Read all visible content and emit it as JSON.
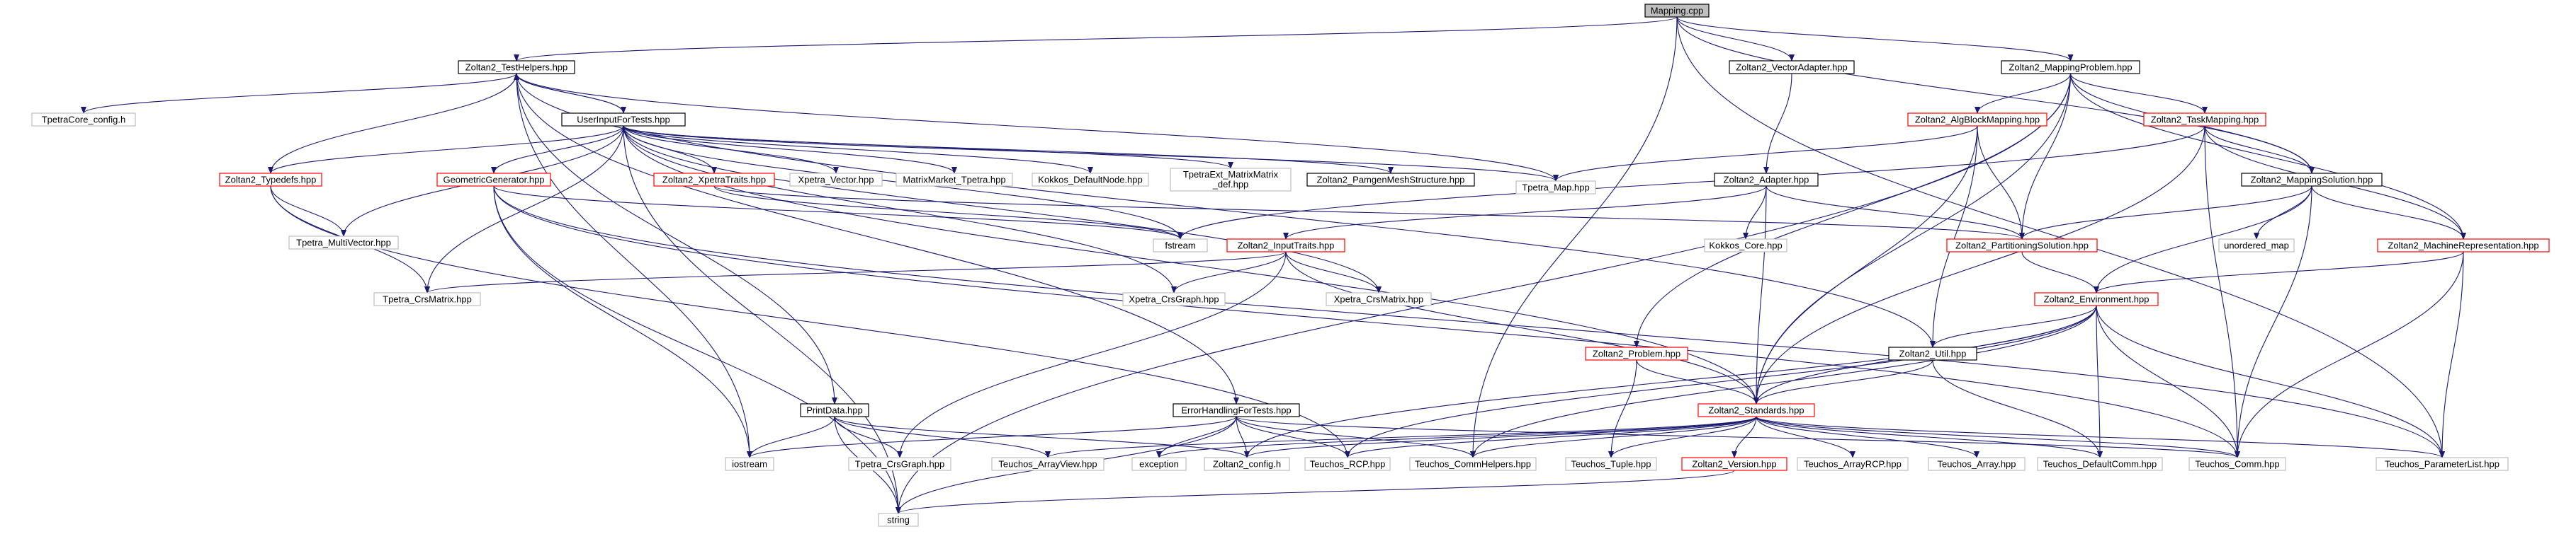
{
  "colors": {
    "edge": "#191970",
    "focus_fill": "#bfbfbf",
    "border_documented": "#000000",
    "border_truncated": "#ff0000",
    "border_external": "#bfbfbf"
  },
  "nodes": [
    {
      "id": "mapping_cpp",
      "label": "Mapping.cpp",
      "kind": "focus"
    },
    {
      "id": "test_helpers",
      "label": "Zoltan2_TestHelpers.hpp",
      "kind": "documented"
    },
    {
      "id": "vector_adapter",
      "label": "Zoltan2_VectorAdapter.hpp",
      "kind": "documented"
    },
    {
      "id": "mapping_problem",
      "label": "Zoltan2_MappingProblem.hpp",
      "kind": "documented"
    },
    {
      "id": "tpetracore_config",
      "label": "TpetraCore_config.h",
      "kind": "external"
    },
    {
      "id": "user_input",
      "label": "UserInputForTests.hpp",
      "kind": "documented"
    },
    {
      "id": "typedefs",
      "label": "Zoltan2_Typedefs.hpp",
      "kind": "truncated"
    },
    {
      "id": "geometric_gen",
      "label": "GeometricGenerator.hpp",
      "kind": "truncated"
    },
    {
      "id": "xpetra_traits",
      "label": "Zoltan2_XpetraTraits.hpp",
      "kind": "truncated"
    },
    {
      "id": "xpetra_vector",
      "label": "Xpetra_Vector.hpp",
      "kind": "external"
    },
    {
      "id": "matrixmarket",
      "label": "MatrixMarket_Tpetra.hpp",
      "kind": "external"
    },
    {
      "id": "kokkos_default",
      "label": "Kokkos_DefaultNode.hpp",
      "kind": "external"
    },
    {
      "id": "tpetraext_l1",
      "label": "TpetraExt_MatrixMatrix",
      "kind": "external"
    },
    {
      "id": "tpetraext_l2",
      "label": "_def.hpp",
      "kind": "external"
    },
    {
      "id": "pamgen",
      "label": "Zoltan2_PamgenMeshStructure.hpp",
      "kind": "documented"
    },
    {
      "id": "tpetra_map",
      "label": "Tpetra_Map.hpp",
      "kind": "external"
    },
    {
      "id": "alg_block",
      "label": "Zoltan2_AlgBlockMapping.hpp",
      "kind": "truncated"
    },
    {
      "id": "task_mapping",
      "label": "Zoltan2_TaskMapping.hpp",
      "kind": "truncated"
    },
    {
      "id": "adapter",
      "label": "Zoltan2_Adapter.hpp",
      "kind": "documented"
    },
    {
      "id": "mapping_solution",
      "label": "Zoltan2_MappingSolution.hpp",
      "kind": "documented"
    },
    {
      "id": "tpetra_multivector",
      "label": "Tpetra_MultiVector.hpp",
      "kind": "external"
    },
    {
      "id": "istream",
      "label": "fstream",
      "kind": "external"
    },
    {
      "id": "input_traits",
      "label": "Zoltan2_InputTraits.hpp",
      "kind": "truncated"
    },
    {
      "id": "kokkos_core",
      "label": "Kokkos_Core.hpp",
      "kind": "external"
    },
    {
      "id": "partitioning_solution",
      "label": "Zoltan2_PartitioningSolution.hpp",
      "kind": "truncated"
    },
    {
      "id": "unordered_map",
      "label": "unordered_map",
      "kind": "external"
    },
    {
      "id": "machine_rep",
      "label": "Zoltan2_MachineRepresentation.hpp",
      "kind": "truncated"
    },
    {
      "id": "tpetra_crsmatrix",
      "label": "Tpetra_CrsMatrix.hpp",
      "kind": "external"
    },
    {
      "id": "xpetra_crsgraph",
      "label": "Xpetra_CrsGraph.hpp",
      "kind": "external"
    },
    {
      "id": "xpetra_crsmatrix",
      "label": "Xpetra_CrsMatrix.hpp",
      "kind": "external"
    },
    {
      "id": "environment",
      "label": "Zoltan2_Environment.hpp",
      "kind": "truncated"
    },
    {
      "id": "problem",
      "label": "Zoltan2_Problem.hpp",
      "kind": "truncated"
    },
    {
      "id": "util",
      "label": "Zoltan2_Util.hpp",
      "kind": "documented"
    },
    {
      "id": "printdata",
      "label": "PrintData.hpp",
      "kind": "documented"
    },
    {
      "id": "errorhandling",
      "label": "ErrorHandlingForTests.hpp",
      "kind": "documented"
    },
    {
      "id": "standards",
      "label": "Zoltan2_Standards.hpp",
      "kind": "truncated"
    },
    {
      "id": "iostream",
      "label": "iostream",
      "kind": "external"
    },
    {
      "id": "tpetra_crsgraph",
      "label": "Tpetra_CrsGraph.hpp",
      "kind": "external"
    },
    {
      "id": "teuchos_arrayview",
      "label": "Teuchos_ArrayView.hpp",
      "kind": "external"
    },
    {
      "id": "exception",
      "label": "exception",
      "kind": "external"
    },
    {
      "id": "zoltan2_config",
      "label": "Zoltan2_config.h",
      "kind": "external"
    },
    {
      "id": "teuchos_rcp",
      "label": "Teuchos_RCP.hpp",
      "kind": "external"
    },
    {
      "id": "teuchos_commhelpers",
      "label": "Teuchos_CommHelpers.hpp",
      "kind": "external"
    },
    {
      "id": "teuchos_tuple",
      "label": "Teuchos_Tuple.hpp",
      "kind": "external"
    },
    {
      "id": "version",
      "label": "Zoltan2_Version.hpp",
      "kind": "truncated"
    },
    {
      "id": "teuchos_arrayrcp",
      "label": "Teuchos_ArrayRCP.hpp",
      "kind": "external"
    },
    {
      "id": "teuchos_array",
      "label": "Teuchos_Array.hpp",
      "kind": "external"
    },
    {
      "id": "teuchos_defaultcomm",
      "label": "Teuchos_DefaultComm.hpp",
      "kind": "external"
    },
    {
      "id": "teuchos_comm",
      "label": "Teuchos_Comm.hpp",
      "kind": "external"
    },
    {
      "id": "teuchos_parameterlist",
      "label": "Teuchos_ParameterList.hpp",
      "kind": "external"
    },
    {
      "id": "string",
      "label": "string",
      "kind": "external"
    }
  ],
  "edges": [
    {
      "from": "mapping_cpp",
      "to": "test_helpers"
    },
    {
      "from": "mapping_cpp",
      "to": "vector_adapter"
    },
    {
      "from": "mapping_cpp",
      "to": "mapping_problem"
    },
    {
      "from": "mapping_cpp",
      "to": "mapping_solution"
    },
    {
      "from": "mapping_cpp",
      "to": "teuchos_commhelpers"
    },
    {
      "from": "mapping_cpp",
      "to": "teuchos_parameterlist"
    },
    {
      "from": "test_helpers",
      "to": "tpetracore_config"
    },
    {
      "from": "test_helpers",
      "to": "user_input"
    },
    {
      "from": "test_helpers",
      "to": "printdata"
    },
    {
      "from": "test_helpers",
      "to": "errorhandling"
    },
    {
      "from": "test_helpers",
      "to": "tpetra_map"
    },
    {
      "from": "test_helpers",
      "to": "util"
    },
    {
      "from": "test_helpers",
      "to": "iostream"
    },
    {
      "from": "user_input",
      "to": "test_helpers"
    },
    {
      "from": "typedefs",
      "to": "test_helpers"
    },
    {
      "from": "user_input",
      "to": "typedefs"
    },
    {
      "from": "user_input",
      "to": "geometric_gen"
    },
    {
      "from": "user_input",
      "to": "xpetra_traits"
    },
    {
      "from": "user_input",
      "to": "xpetra_vector"
    },
    {
      "from": "user_input",
      "to": "matrixmarket"
    },
    {
      "from": "user_input",
      "to": "kokkos_default"
    },
    {
      "from": "user_input",
      "to": "tpetraext_l1"
    },
    {
      "from": "user_input",
      "to": "pamgen"
    },
    {
      "from": "user_input",
      "to": "tpetra_map"
    },
    {
      "from": "user_input",
      "to": "tpetra_multivector"
    },
    {
      "from": "user_input",
      "to": "istream"
    },
    {
      "from": "user_input",
      "to": "tpetra_crsmatrix"
    },
    {
      "from": "user_input",
      "to": "xpetra_crsgraph"
    },
    {
      "from": "user_input",
      "to": "xpetra_crsmatrix"
    },
    {
      "from": "user_input",
      "to": "string"
    },
    {
      "from": "user_input",
      "to": "standards"
    },
    {
      "from": "typedefs",
      "to": "tpetra_multivector"
    },
    {
      "from": "typedefs",
      "to": "tpetra_crsmatrix"
    },
    {
      "from": "typedefs",
      "to": "teuchos_rcp"
    },
    {
      "from": "geometric_gen",
      "to": "istream"
    },
    {
      "from": "geometric_gen",
      "to": "iostream"
    },
    {
      "from": "geometric_gen",
      "to": "string"
    },
    {
      "from": "geometric_gen",
      "to": "teuchos_comm"
    },
    {
      "from": "geometric_gen",
      "to": "teuchos_parameterlist"
    },
    {
      "from": "xpetra_traits",
      "to": "istream"
    },
    {
      "from": "xpetra_traits",
      "to": "partitioning_solution"
    },
    {
      "from": "vector_adapter",
      "to": "adapter"
    },
    {
      "from": "mapping_problem",
      "to": "alg_block"
    },
    {
      "from": "mapping_problem",
      "to": "task_mapping"
    },
    {
      "from": "mapping_problem",
      "to": "mapping_solution"
    },
    {
      "from": "mapping_problem",
      "to": "machine_rep"
    },
    {
      "from": "mapping_problem",
      "to": "problem"
    },
    {
      "from": "mapping_problem",
      "to": "partitioning_solution"
    },
    {
      "from": "mapping_problem",
      "to": "standards"
    },
    {
      "from": "mapping_problem",
      "to": "string"
    },
    {
      "from": "alg_block",
      "to": "tpetra_map"
    },
    {
      "from": "alg_block",
      "to": "partitioning_solution"
    },
    {
      "from": "alg_block",
      "to": "util"
    },
    {
      "from": "alg_block",
      "to": "standards"
    },
    {
      "from": "task_mapping",
      "to": "mapping_solution"
    },
    {
      "from": "task_mapping",
      "to": "machine_rep"
    },
    {
      "from": "task_mapping",
      "to": "istream"
    },
    {
      "from": "task_mapping",
      "to": "standards"
    },
    {
      "from": "task_mapping",
      "to": "teuchos_comm"
    },
    {
      "from": "adapter",
      "to": "kokkos_core"
    },
    {
      "from": "adapter",
      "to": "input_traits"
    },
    {
      "from": "adapter",
      "to": "partitioning_solution"
    },
    {
      "from": "adapter",
      "to": "standards"
    },
    {
      "from": "mapping_solution",
      "to": "partitioning_solution"
    },
    {
      "from": "mapping_solution",
      "to": "unordered_map"
    },
    {
      "from": "mapping_solution",
      "to": "machine_rep"
    },
    {
      "from": "mapping_solution",
      "to": "environment"
    },
    {
      "from": "mapping_solution",
      "to": "teuchos_comm"
    },
    {
      "from": "input_traits",
      "to": "tpetra_crsmatrix"
    },
    {
      "from": "input_traits",
      "to": "xpetra_crsgraph"
    },
    {
      "from": "input_traits",
      "to": "xpetra_crsmatrix"
    },
    {
      "from": "input_traits",
      "to": "tpetra_crsgraph"
    },
    {
      "from": "input_traits",
      "to": "standards"
    },
    {
      "from": "partitioning_solution",
      "to": "environment"
    },
    {
      "from": "machine_rep",
      "to": "environment"
    },
    {
      "from": "machine_rep",
      "to": "teuchos_comm"
    },
    {
      "from": "machine_rep",
      "to": "teuchos_parameterlist"
    },
    {
      "from": "environment",
      "to": "util"
    },
    {
      "from": "environment",
      "to": "standards"
    },
    {
      "from": "environment",
      "to": "zoltan2_config"
    },
    {
      "from": "environment",
      "to": "teuchos_rcp"
    },
    {
      "from": "environment",
      "to": "teuchos_commhelpers"
    },
    {
      "from": "environment",
      "to": "teuchos_defaultcomm"
    },
    {
      "from": "environment",
      "to": "teuchos_comm"
    },
    {
      "from": "environment",
      "to": "teuchos_parameterlist"
    },
    {
      "from": "problem",
      "to": "standards"
    },
    {
      "from": "problem",
      "to": "teuchos_tuple"
    },
    {
      "from": "util",
      "to": "standards"
    },
    {
      "from": "util",
      "to": "teuchos_defaultcomm"
    },
    {
      "from": "printdata",
      "to": "iostream"
    },
    {
      "from": "printdata",
      "to": "tpetra_crsgraph"
    },
    {
      "from": "printdata",
      "to": "teuchos_arrayview"
    },
    {
      "from": "printdata",
      "to": "zoltan2_config"
    },
    {
      "from": "printdata",
      "to": "string"
    },
    {
      "from": "errorhandling",
      "to": "iostream"
    },
    {
      "from": "errorhandling",
      "to": "exception"
    },
    {
      "from": "errorhandling",
      "to": "zoltan2_config"
    },
    {
      "from": "errorhandling",
      "to": "teuchos_rcp"
    },
    {
      "from": "errorhandling",
      "to": "teuchos_commhelpers"
    },
    {
      "from": "errorhandling",
      "to": "teuchos_comm"
    },
    {
      "from": "errorhandling",
      "to": "string"
    },
    {
      "from": "standards",
      "to": "teuchos_arrayview"
    },
    {
      "from": "standards",
      "to": "exception"
    },
    {
      "from": "standards",
      "to": "zoltan2_config"
    },
    {
      "from": "standards",
      "to": "teuchos_rcp"
    },
    {
      "from": "standards",
      "to": "teuchos_commhelpers"
    },
    {
      "from": "standards",
      "to": "teuchos_tuple"
    },
    {
      "from": "standards",
      "to": "version"
    },
    {
      "from": "standards",
      "to": "teuchos_arrayrcp"
    },
    {
      "from": "standards",
      "to": "teuchos_array"
    },
    {
      "from": "standards",
      "to": "teuchos_defaultcomm"
    },
    {
      "from": "standards",
      "to": "teuchos_comm"
    },
    {
      "from": "standards",
      "to": "teuchos_parameterlist"
    },
    {
      "from": "version",
      "to": "string"
    }
  ]
}
